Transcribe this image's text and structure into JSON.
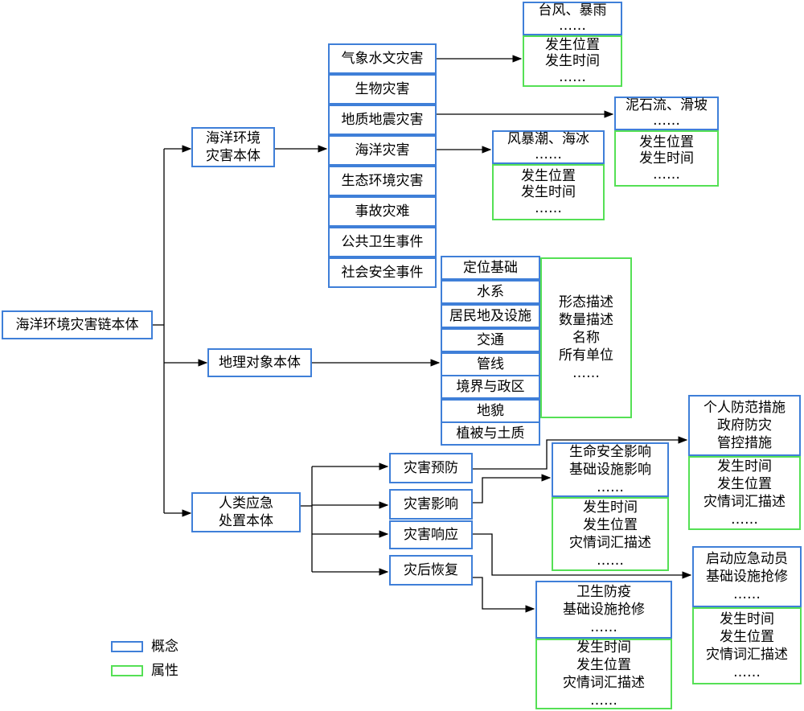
{
  "colors": {
    "concept": "#3f7fd8",
    "attribute": "#55e055",
    "line": "#000000"
  },
  "root": "海洋环境灾害链本体",
  "ontologies": {
    "marine": [
      "海洋环境",
      "灾害本体"
    ],
    "geo": "地理对象本体",
    "human": [
      "人类应急",
      "处置本体"
    ]
  },
  "disasters": [
    "气象水文灾害",
    "生物灾害",
    "地质地震灾害",
    "海洋灾害",
    "生态环境灾害",
    "事故灾难",
    "公共卫生事件",
    "社会安全事件"
  ],
  "dis_examples": {
    "met": {
      "concept": [
        "台风、暴雨",
        "……"
      ],
      "attrs": [
        "发生位置",
        "发生时间",
        "……"
      ]
    },
    "geo": {
      "concept": [
        "泥石流、滑坡",
        "……"
      ],
      "attrs": [
        "发生位置",
        "发生时间",
        "……"
      ]
    },
    "sea": {
      "concept": [
        "风暴潮、海冰",
        "……"
      ],
      "attrs": [
        "发生位置",
        "发生时间",
        "……"
      ]
    }
  },
  "geo_objects": [
    "定位基础",
    "水系",
    "居民地及设施",
    "交通",
    "管线",
    "境界与政区",
    "地貌",
    "植被与土质"
  ],
  "geo_attrs": [
    "形态描述",
    "数量描述",
    "名称",
    "所有单位",
    "……"
  ],
  "phases": [
    "灾害预防",
    "灾害影响",
    "灾害响应",
    "灾后恢复"
  ],
  "phase_details": {
    "prevention": {
      "concept": [
        "个人防范措施",
        "政府防灾",
        "管控措施"
      ],
      "attrs": [
        "发生时间",
        "发生位置",
        "灾情词汇描述",
        "……"
      ]
    },
    "impact": {
      "concept": [
        "生命安全影响",
        "基础设施影响",
        "……"
      ],
      "attrs": [
        "发生时间",
        "发生位置",
        "灾情词汇描述",
        "……"
      ]
    },
    "response": {
      "concept": [
        "启动应急动员",
        "基础设施抢修",
        "……"
      ],
      "attrs": [
        "发生时间",
        "发生位置",
        "灾情词汇描述",
        "……"
      ]
    },
    "recovery": {
      "concept": [
        "卫生防疫",
        "基础设施抢修",
        "……"
      ],
      "attrs": [
        "发生时间",
        "发生位置",
        "灾情词汇描述",
        "……"
      ]
    }
  },
  "legend": {
    "concept": "概念",
    "attribute": "属性"
  }
}
